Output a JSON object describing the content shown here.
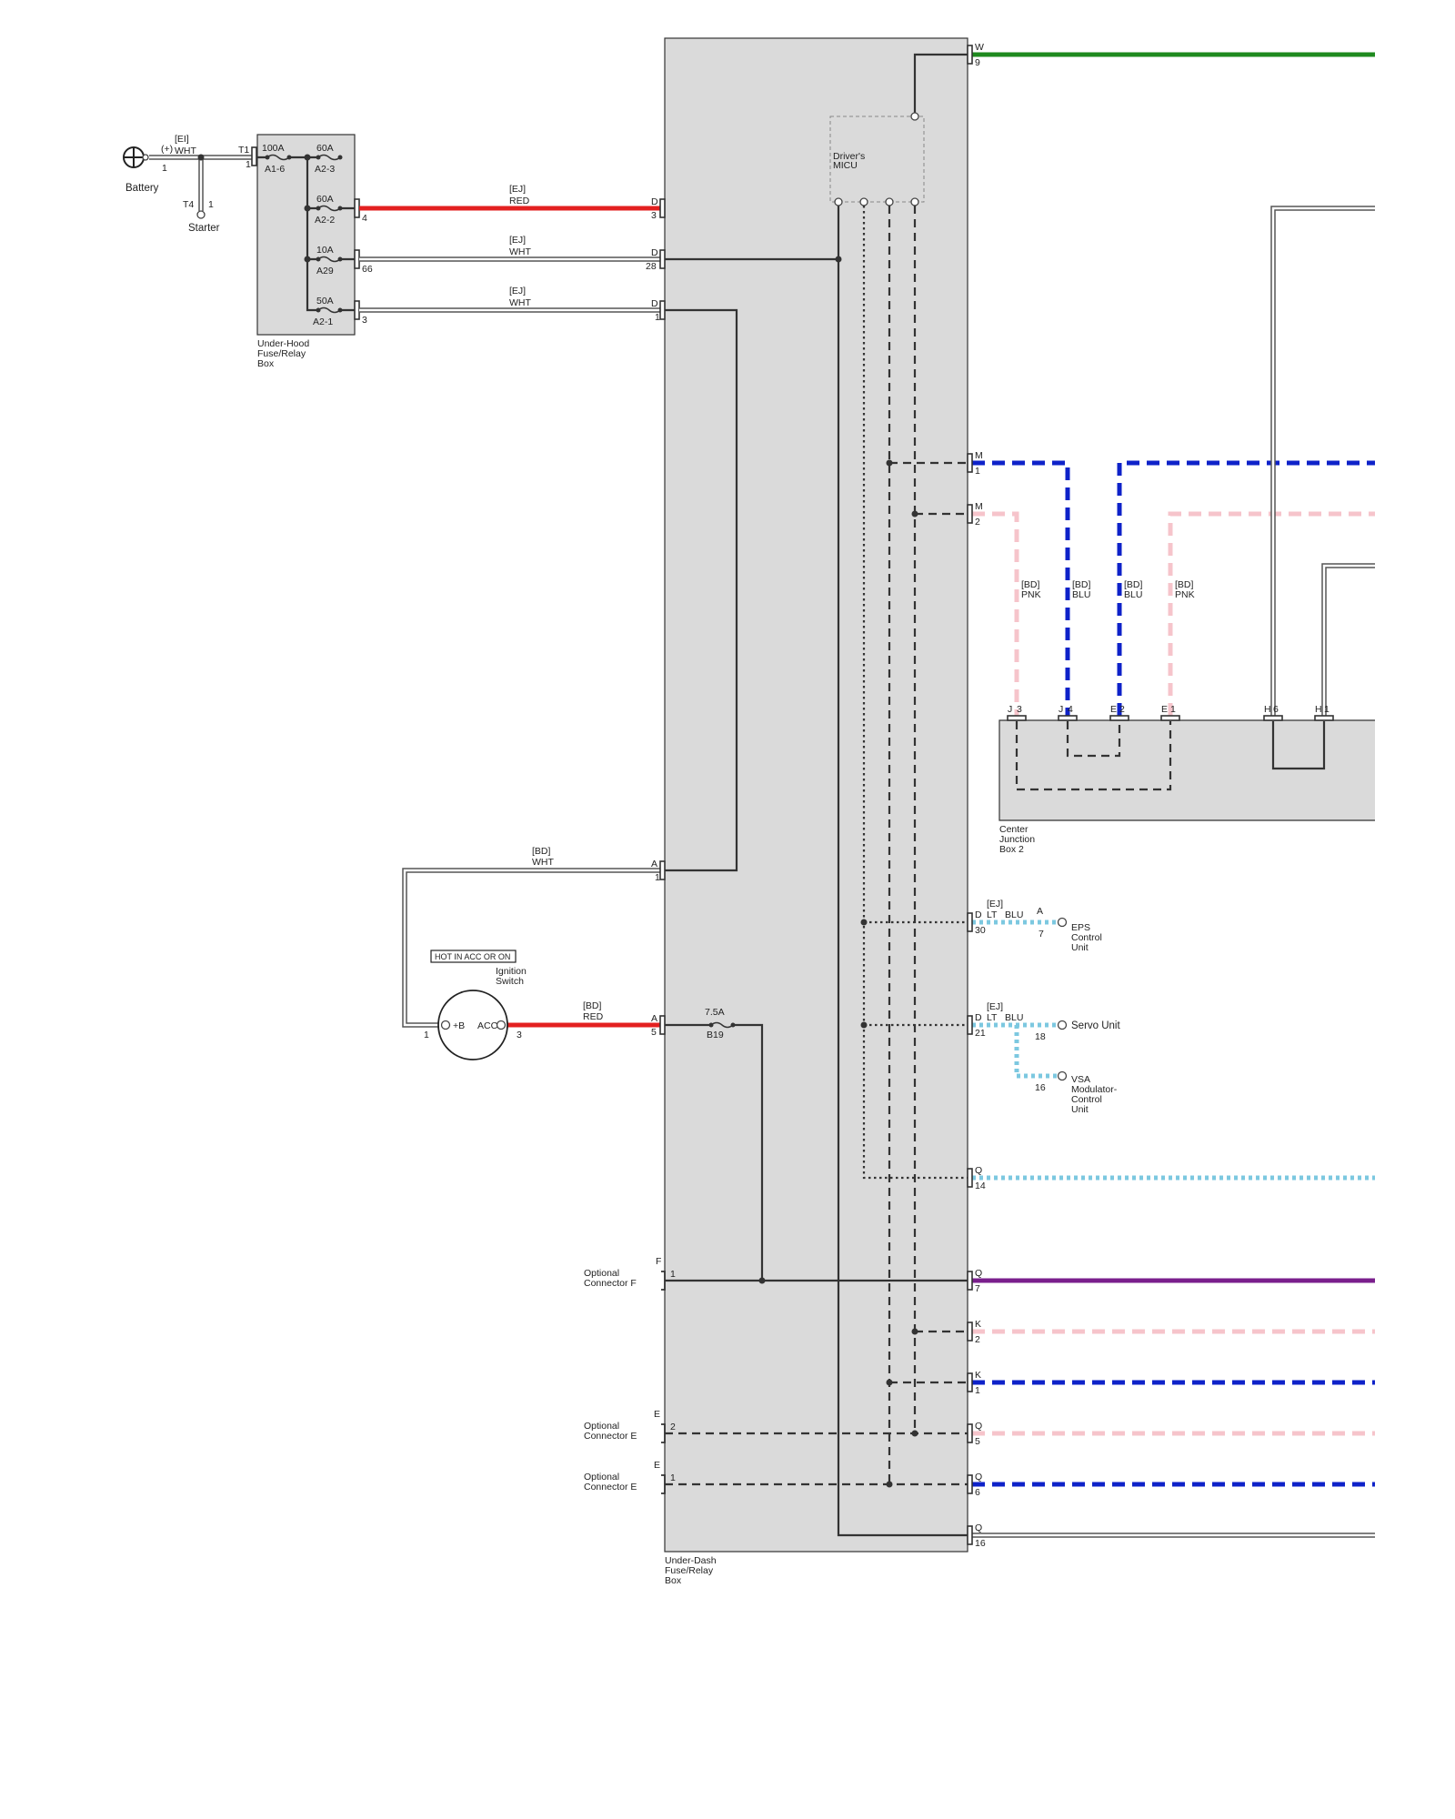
{
  "colors": {
    "red": "#e32020",
    "green": "#1f8a1f",
    "blue": "#0e22c9",
    "pink": "#f6c4cb",
    "light_blue": "#7cc8e0",
    "purple": "#7a1f8c",
    "white_wire": "#ffffff",
    "box_fill": "#dadada"
  },
  "battery": {
    "label": "Battery",
    "plus": "(+)",
    "wire": "[EI]",
    "wire_color": "WHT",
    "pin": "1"
  },
  "starter": {
    "connector": "T4",
    "pin": "1",
    "label": "Starter"
  },
  "uhb": {
    "title_lines": [
      "Under-Hood",
      "Fuse/Relay",
      "Box"
    ],
    "input_connector": "T1",
    "input_pin": "1",
    "fuses": [
      {
        "amp": "100A",
        "id": "A1-6"
      },
      {
        "amp": "60A",
        "id": "A2-3"
      },
      {
        "amp": "60A",
        "id": "A2-2"
      },
      {
        "amp": "10A",
        "id": "A29"
      },
      {
        "amp": "50A",
        "id": "A2-1"
      }
    ],
    "outputs": [
      {
        "pin": "4",
        "wire": "[EJ]",
        "color": "RED",
        "dst_conn": "D",
        "dst_pin": "3"
      },
      {
        "pin": "66",
        "wire": "[EJ]",
        "color": "WHT",
        "dst_conn": "D",
        "dst_pin": "28"
      },
      {
        "pin": "3",
        "wire": "[EJ]",
        "color": "WHT",
        "dst_conn": "D",
        "dst_pin": "1"
      }
    ]
  },
  "udb": {
    "title_lines": [
      "Under-Dash",
      "Fuse/Relay",
      "Box"
    ],
    "micu_lines": [
      "Driver's",
      "MICU"
    ],
    "fuse": {
      "amp": "7.5A",
      "id": "B19"
    },
    "right_connectors": [
      {
        "conn": "W",
        "pin": "9"
      },
      {
        "conn": "M",
        "pin": "1"
      },
      {
        "conn": "M",
        "pin": "2"
      },
      {
        "conn": "D",
        "pin": "30"
      },
      {
        "conn": "D",
        "pin": "21"
      },
      {
        "conn": "Q",
        "pin": "14"
      },
      {
        "conn": "Q",
        "pin": "7"
      },
      {
        "conn": "K",
        "pin": "2"
      },
      {
        "conn": "K",
        "pin": "1"
      },
      {
        "conn": "Q",
        "pin": "5"
      },
      {
        "conn": "Q",
        "pin": "6"
      },
      {
        "conn": "Q",
        "pin": "16"
      }
    ],
    "left_connectors": [
      {
        "conn": "A",
        "pin": "1"
      },
      {
        "conn": "A",
        "pin": "5"
      }
    ]
  },
  "ignition": {
    "badge": "HOT IN ACC OR ON",
    "title_lines": [
      "Ignition",
      "Switch"
    ],
    "term_b": "+B",
    "term_acc": "ACC",
    "pin_b": "1",
    "pin_acc": "3",
    "wire_a1": {
      "wire": "[BD]",
      "color": "WHT"
    },
    "wire_a5": {
      "wire": "[BD]",
      "color": "RED"
    }
  },
  "cjb": {
    "title_lines": [
      "Center",
      "Junction",
      "Box 2"
    ],
    "pins": [
      {
        "conn": "J",
        "pin": "3"
      },
      {
        "conn": "J",
        "pin": "4"
      },
      {
        "conn": "E",
        "pin": "2"
      },
      {
        "conn": "E",
        "pin": "1"
      },
      {
        "conn": "H",
        "pin": "6"
      },
      {
        "conn": "H",
        "pin": "1"
      }
    ],
    "wires": [
      {
        "wire": "[BD]",
        "color": "PNK"
      },
      {
        "wire": "[BD]",
        "color": "BLU"
      },
      {
        "wire": "[BD]",
        "color": "BLU"
      },
      {
        "wire": "[BD]",
        "color": "PNK"
      }
    ]
  },
  "eps": {
    "wire": "[EJ]",
    "color_a": "LT",
    "color_b": "BLU",
    "conn": "A",
    "pin": "7",
    "title_lines": [
      "EPS",
      "Control",
      "Unit"
    ]
  },
  "servo": {
    "wire": "[EJ]",
    "color_a": "LT",
    "color_b": "BLU",
    "pin": "18",
    "label": "Servo Unit"
  },
  "vsa": {
    "pin": "16",
    "title_lines": [
      "VSA",
      "Modulator-",
      "Control",
      "Unit"
    ]
  },
  "optional": [
    {
      "title_lines": [
        "Optional",
        "Connector F"
      ],
      "conn": "F",
      "pin": "1"
    },
    {
      "title_lines": [
        "Optional",
        "Connector E"
      ],
      "conn": "E",
      "pin": "2"
    },
    {
      "title_lines": [
        "Optional",
        "Connector E"
      ],
      "conn": "E",
      "pin": "1"
    }
  ]
}
